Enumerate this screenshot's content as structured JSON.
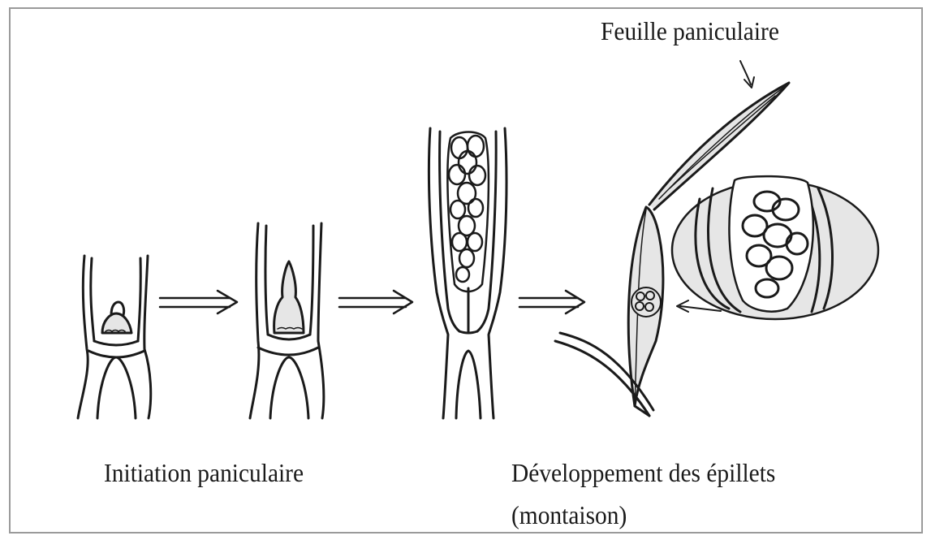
{
  "labels": {
    "feuille": "Feuille paniculaire",
    "initiation": "Initiation paniculaire",
    "developpement": "Développement des épillets",
    "montaison": "(montaison)"
  },
  "colors": {
    "ink": "#1a1a1a",
    "border": "#9a9a9a",
    "fill": "#e6e6e6"
  }
}
